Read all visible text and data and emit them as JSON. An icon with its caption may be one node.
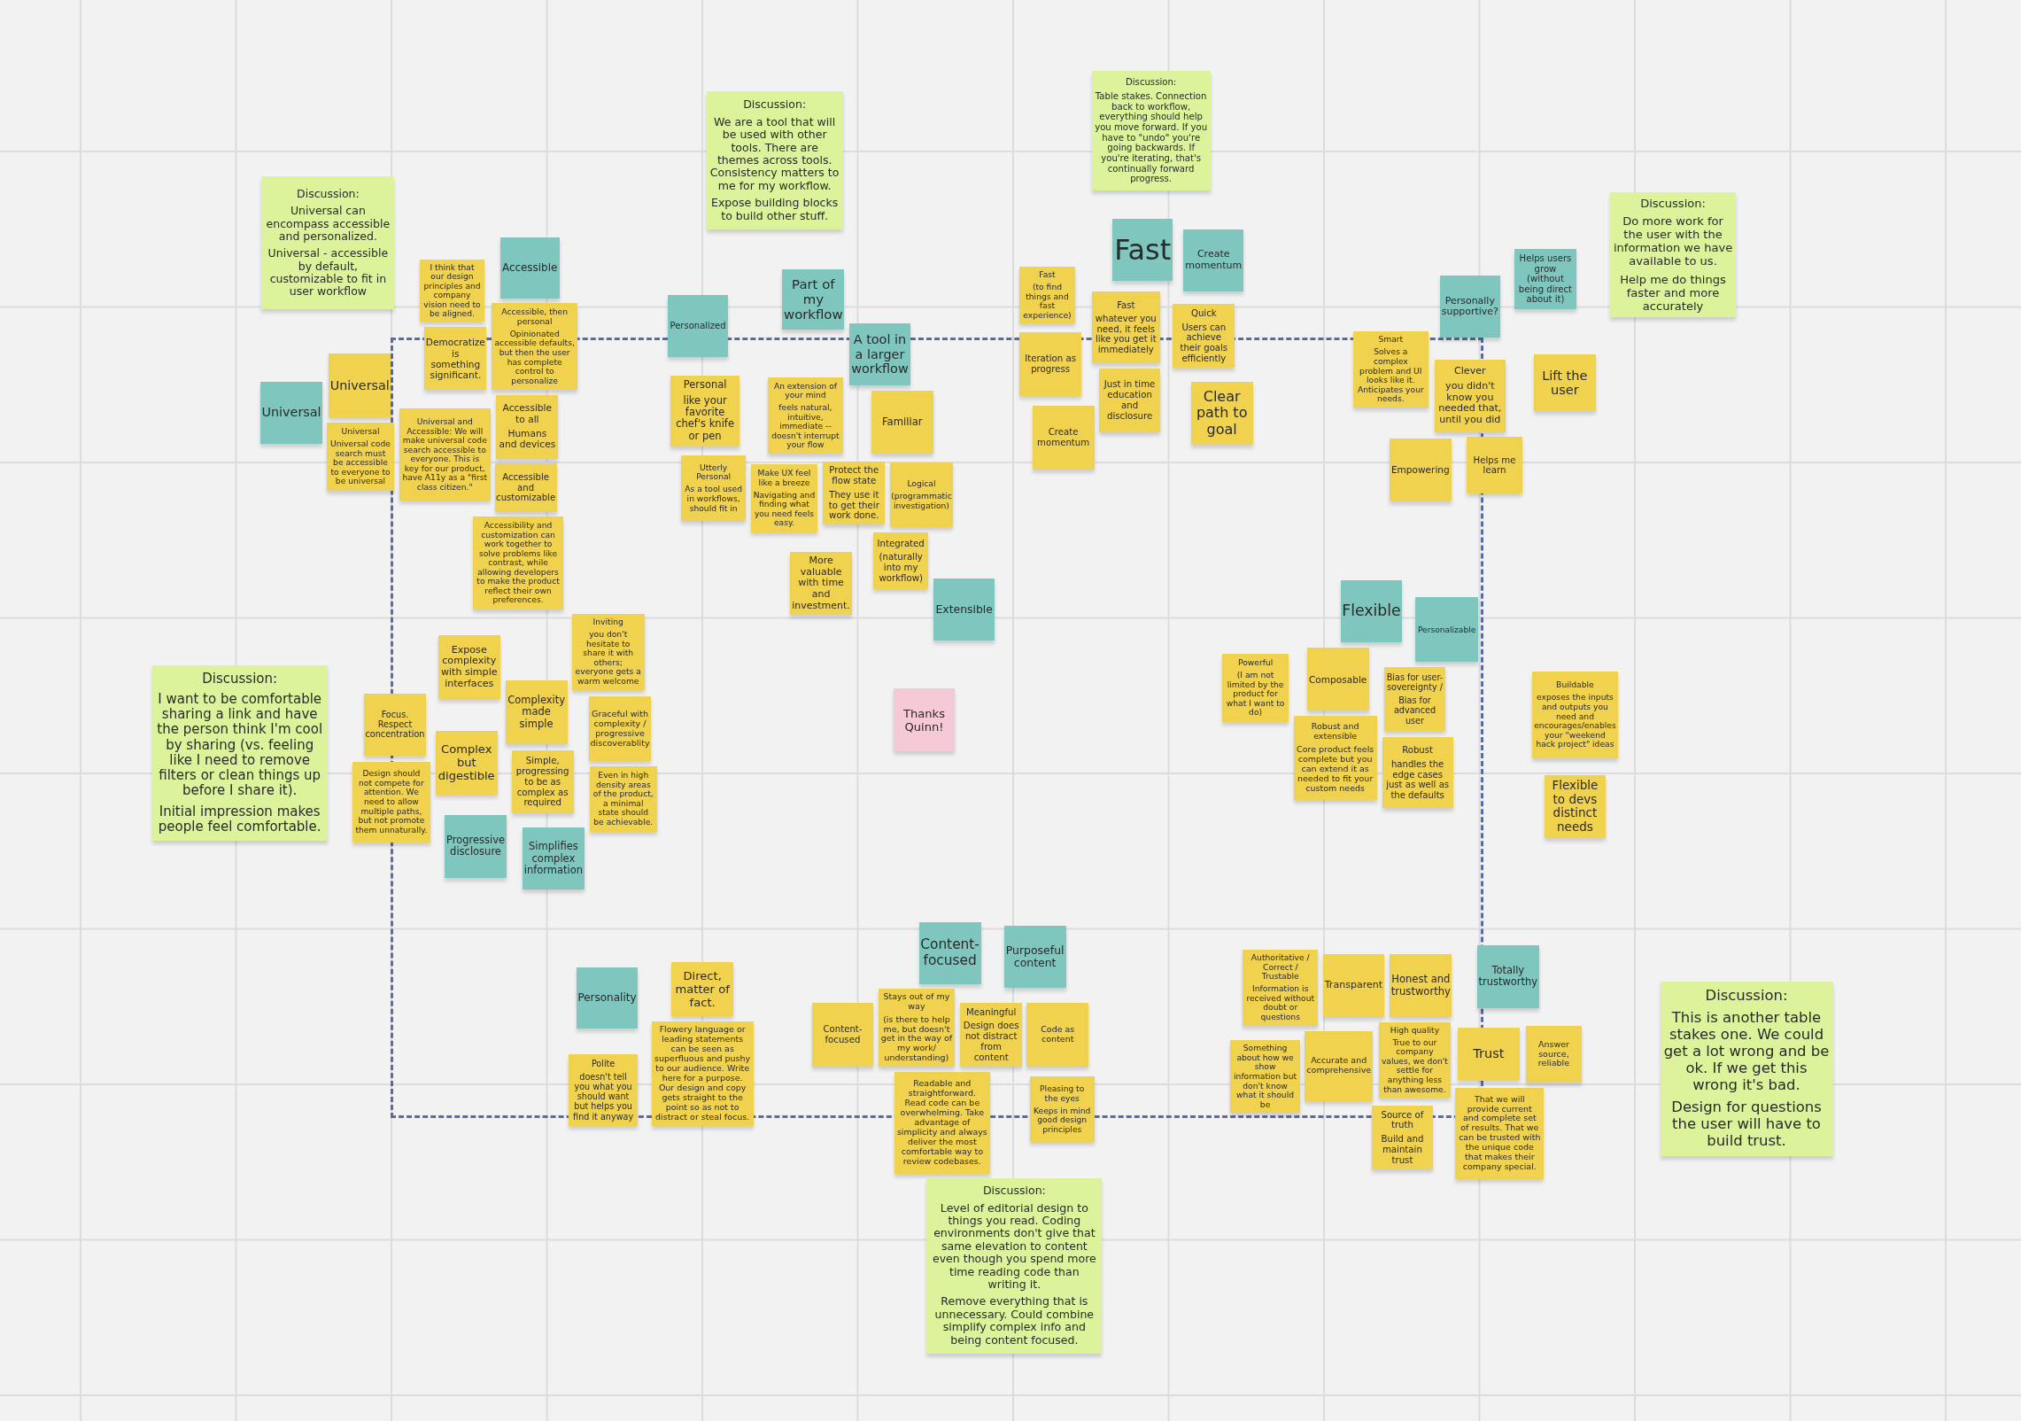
{
  "diagram": {
    "nodes": [
      {
        "text": [
          "Discussion:",
          "Universal can encompass accessible and personalized.",
          "Universal - accessible by default, customizable to fit in user workflow"
        ]
      },
      {
        "text": [
          "Universal"
        ]
      },
      {
        "text": [
          "Universal"
        ]
      },
      {
        "text": [
          "Universal",
          "Universal code search must be accessible to everyone to be universal"
        ]
      },
      {
        "text": [
          "I think that our design principles and company vision need to be aligned."
        ]
      },
      {
        "text": [
          "Democratize is something significant."
        ]
      },
      {
        "text": [
          "Accessible"
        ]
      },
      {
        "text": [
          "Accessible, then personal",
          "Opinionated accessible defaults, but then the user has complete control to personalize"
        ]
      },
      {
        "text": [
          "Accessible to all",
          "Humans and devices"
        ]
      },
      {
        "text": [
          "Universal and Accessible: We will make universal code search accessible to everyone. This is key for our product, have A11y as a \"first class citizen.\""
        ]
      },
      {
        "text": [
          "Accessible and customizable"
        ]
      },
      {
        "text": [
          "Accessibility and customization can work together to solve problems like contrast, while allowing developers to make the product reflect their own preferences."
        ]
      },
      {
        "text": [
          "Discussion:",
          "We are a tool that will be used with other tools. There are themes across tools. Consistency matters to me for my workflow.",
          "Expose building blocks to build other stuff."
        ]
      },
      {
        "text": [
          "Personalized"
        ]
      },
      {
        "text": [
          "Part of my workflow"
        ]
      },
      {
        "text": [
          "A tool in a larger workflow"
        ]
      },
      {
        "text": [
          "Personal",
          "like your favorite chef's knife or pen"
        ]
      },
      {
        "text": [
          "An extension of your mind",
          "feels natural, intuitive, immediate -- doesn't interrupt your flow"
        ]
      },
      {
        "text": [
          "Familiar"
        ]
      },
      {
        "text": [
          "Utterly Personal",
          "As a tool used in workflows, should fit in"
        ]
      },
      {
        "text": [
          "Make UX feel like a breeze",
          "Navigating and finding what you need feels easy."
        ]
      },
      {
        "text": [
          "Protect the flow state",
          "They use it to get their work done."
        ]
      },
      {
        "text": [
          "Logical",
          "(programmatic investigation)"
        ]
      },
      {
        "text": [
          "More valuable with time and investment."
        ]
      },
      {
        "text": [
          "Integrated",
          "(naturally into my workflow)"
        ]
      },
      {
        "text": [
          "Extensible"
        ]
      },
      {
        "text": [
          "Discussion:",
          "Table stakes. Connection back to workflow, everything should help you move forward. If you have to \"undo\" you're going backwards. If you're iterating, that's continually forward progress."
        ]
      },
      {
        "text": [
          "Fast"
        ]
      },
      {
        "text": [
          "Create momentum"
        ]
      },
      {
        "text": [
          "Fast",
          "(to find things and fast experience)"
        ]
      },
      {
        "text": [
          "Iteration as progress"
        ]
      },
      {
        "text": [
          "Create momentum"
        ]
      },
      {
        "text": [
          "Fast",
          "whatever you need, it feels like you get it immediately"
        ]
      },
      {
        "text": [
          "Just in time education and disclosure"
        ]
      },
      {
        "text": [
          "Quick",
          "Users can achieve their goals efficiently"
        ]
      },
      {
        "text": [
          "Clear path to goal"
        ]
      },
      {
        "text": [
          "Personally supportive?"
        ]
      },
      {
        "text": [
          "Helps users grow (without being direct about it)"
        ]
      },
      {
        "text": [
          "Discussion:",
          "Do more work for the user with the information we have available to us.",
          "Help me do things faster and more accurately"
        ]
      },
      {
        "text": [
          "Smart",
          "Solves a complex problem and UI looks like it. Anticipates your needs."
        ]
      },
      {
        "text": [
          "Clever",
          "you didn't know you needed that, until you did"
        ]
      },
      {
        "text": [
          "Lift the user"
        ]
      },
      {
        "text": [
          "Empowering"
        ]
      },
      {
        "text": [
          "Helps me learn"
        ]
      },
      {
        "text": [
          "Discussion:",
          "I want to be comfortable sharing a link and have the person think I'm cool by sharing (vs. feeling like I need to remove filters or clean things up before I share it).",
          "Initial impression makes people feel comfortable."
        ]
      },
      {
        "text": [
          "Focus. Respect concentration"
        ]
      },
      {
        "text": [
          "Design should not compete for attention. We need to allow multiple paths, but not promote them unnaturally."
        ]
      },
      {
        "text": [
          "Expose complexity with simple interfaces"
        ]
      },
      {
        "text": [
          "Complex but digestible"
        ]
      },
      {
        "text": [
          "Complexity made simple"
        ]
      },
      {
        "text": [
          "Simple, progressing to be as complex as required"
        ]
      },
      {
        "text": [
          "Inviting",
          "you don't hesitate to share it with others; everyone gets a warm welcome"
        ]
      },
      {
        "text": [
          "Graceful with complexity / progressive discoverablity"
        ]
      },
      {
        "text": [
          "Even in high density areas of the product, a minimal state should be achievable."
        ]
      },
      {
        "text": [
          "Progressive disclosure"
        ]
      },
      {
        "text": [
          "Simplifies complex information"
        ]
      },
      {
        "text": [
          "Thanks Quinn!"
        ]
      },
      {
        "text": [
          "Personality"
        ]
      },
      {
        "text": [
          "Direct, matter of fact."
        ]
      },
      {
        "text": [
          "Flowery language or leading statements can be seen as superfluous and pushy to our audience. Write here for a purpose. Our design and copy gets straight to the point so as not to distract or steal focus."
        ]
      },
      {
        "text": [
          "Polite",
          "doesn't tell you what you should want but helps you find it anyway"
        ]
      },
      {
        "text": [
          "Content-focused"
        ]
      },
      {
        "text": [
          "Purposeful content"
        ]
      },
      {
        "text": [
          "Content-focused"
        ]
      },
      {
        "text": [
          "Stays out of my way",
          "(is there to help me, but doesn't get in the way of my work/ understanding)"
        ]
      },
      {
        "text": [
          "Meaningful",
          "Design does not distract from content"
        ]
      },
      {
        "text": [
          "Code as content"
        ]
      },
      {
        "text": [
          "Readable and straightforward. Read code can be overwhelming. Take advantage of simplicity and always deliver the most comfortable way to review codebases."
        ]
      },
      {
        "text": [
          "Pleasing to the eyes",
          "Keeps in mind good design principles"
        ]
      },
      {
        "text": [
          "Discussion:",
          "Level of editorial design to things you read. Coding environments don't give that same elevation to content even though you spend more time reading code than writing it.",
          "Remove everything that is unnecessary. Could combine simplify complex info and being content focused."
        ]
      },
      {
        "text": [
          "Flexible"
        ]
      },
      {
        "text": [
          "Personalizable"
        ]
      },
      {
        "text": [
          "Powerful",
          "(I am not limited by the product for what I want to do)"
        ]
      },
      {
        "text": [
          "Composable"
        ]
      },
      {
        "text": [
          "Robust and extensible",
          "Core product feels complete but you can extend it as needed to fit your custom needs"
        ]
      },
      {
        "text": [
          "Bias for user-sovereignty /",
          "Bias for advanced user"
        ]
      },
      {
        "text": [
          "Robust",
          "handles the edge cases just as well as the defaults"
        ]
      },
      {
        "text": [
          "Buildable",
          "exposes the inputs and outputs you need and encourages/enables your \"weekend hack project\" ideas"
        ]
      },
      {
        "text": [
          "Flexible to devs distinct needs"
        ]
      },
      {
        "text": [
          "Authoritative / Correct / Trustable",
          "Information is received without doubt or questions"
        ]
      },
      {
        "text": [
          "Transparent"
        ]
      },
      {
        "text": [
          "Honest and trustworthy"
        ]
      },
      {
        "text": [
          "Totally trustworthy"
        ]
      },
      {
        "text": [
          "Accurate and comprehensive"
        ]
      },
      {
        "text": [
          "Something about how we show information but don't know what it should be"
        ]
      },
      {
        "text": [
          "High quality",
          "True to our company values, we don't settle for anything less than awesome."
        ]
      },
      {
        "text": [
          "Trust"
        ]
      },
      {
        "text": [
          "That we will provide current and complete set of results. That we can be trusted with the unique code that makes their company special."
        ]
      },
      {
        "text": [
          "Answer source, reliable"
        ]
      },
      {
        "text": [
          "Source of truth",
          "Build and maintain trust"
        ]
      },
      {
        "text": [
          "Discussion:",
          "This is another table stakes one. We could get a lot wrong and be ok. If we get this wrong it's bad.",
          "Design for questions the user will have to build trust."
        ]
      }
    ]
  }
}
